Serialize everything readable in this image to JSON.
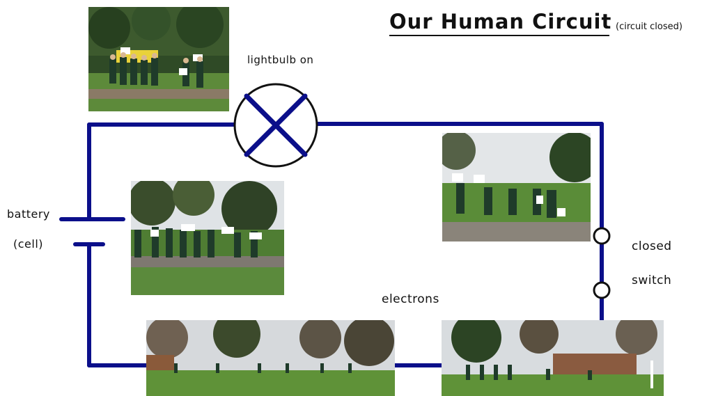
{
  "title": "Our Human Circuit",
  "subtitle": "(circuit closed)",
  "labels": {
    "lightbulb": "lightbulb on",
    "battery": "battery",
    "cell": "(cell)",
    "closed": "closed",
    "switch": "switch",
    "electrons": "electrons"
  },
  "colors": {
    "wire": "#0b0f8a",
    "text": "#111111",
    "grass": "#4f7d33",
    "sky": "#dfe3e6",
    "uniform": "#1f3b2a"
  },
  "photos": [
    "children-holding-signs-photo",
    "children-jumping-photo",
    "children-holding-hands-photo",
    "children-running-field-photo",
    "children-running-field-photo-2"
  ]
}
